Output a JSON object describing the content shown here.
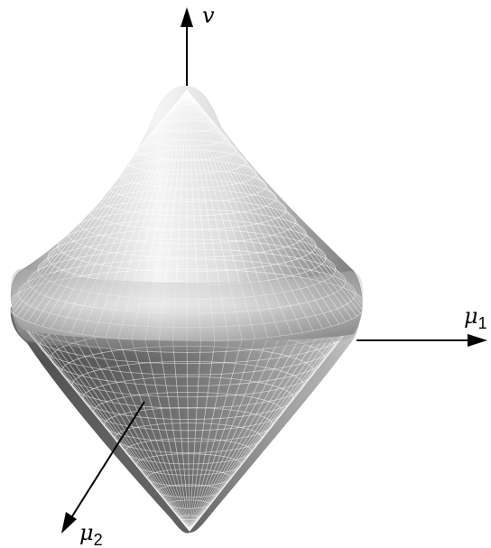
{
  "axes": {
    "vertical": {
      "label": "v"
    },
    "horizontal": {
      "label": "μ",
      "subscript": "1"
    },
    "depth": {
      "label": "μ",
      "subscript": "2"
    }
  },
  "colors": {
    "background": "#ffffff",
    "axis": "#000000",
    "surface_light": "#f2f2f2",
    "surface_dark": "#3a3a3a",
    "mesh": "#ffffff"
  }
}
